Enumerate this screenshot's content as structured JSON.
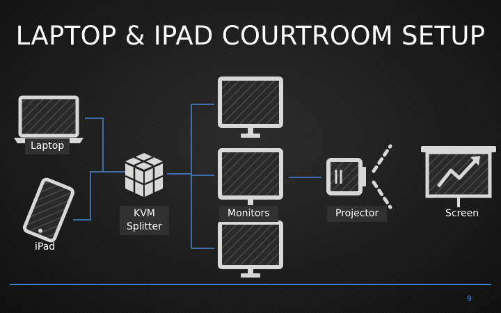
{
  "title": "LAPTOP & IPAD COURTROOM SETUP",
  "nodes": {
    "laptop": "Laptop",
    "ipad": "iPad",
    "kvm_line1": "KVM",
    "kvm_line2": "Splitter",
    "monitors": "Monitors",
    "projector": "Projector",
    "screen": "Screen"
  },
  "page_number": "9",
  "colors": {
    "connector": "#3f6ea8",
    "icon": "#d8d8d8",
    "footer_rule": "#3b7fd6",
    "page_number": "#4a88d8"
  }
}
